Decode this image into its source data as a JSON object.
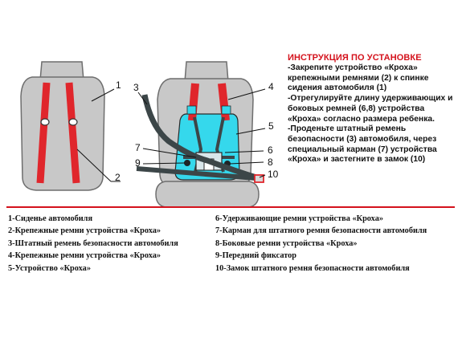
{
  "callouts": [
    "1",
    "2",
    "3",
    "4",
    "5",
    "6",
    "7",
    "8",
    "9",
    "10"
  ],
  "instructions": {
    "title": "ИНСТРУКЦИЯ ПО УСТАНОВКЕ",
    "steps": [
      "-Закрепите устройство «Кроха» крепежными ремнями (2) к спинке сидения автомобиля (1)",
      "-Отрегулируйте длину удерживающих и боковых ремней (6,8) устройства «Кроха» согласно размера ребенка.",
      "-Проденьте штатный ремень безопасности (3) автомобиля, через специальный карман (7) устройства «Кроха» и застегните в замок (10)"
    ]
  },
  "legend": {
    "left": [
      "1-Сиденье автомобиля",
      "2-Крепежные ремни устройства «Кроха»",
      "3-Штатный ремень безопасности автомобиля",
      "4-Крепежные ремни устройства «Кроха»",
      "5-Устройство «Кроха»"
    ],
    "right": [
      "6-Удерживающие ремни устройства «Кроха»",
      "7-Карман для штатного ремня безопасности автомобиля",
      "8-Боковые ремни устройства «Кроха»",
      "9-Передний фиксатор",
      "10-Замок штатного ремня безопасности автомобиля"
    ]
  },
  "colors": {
    "seat": "#c8c8c8",
    "seat_outline": "#6e6e6e",
    "strap": "#e0262c",
    "device": "#35d8ec",
    "belt": "#3c4648",
    "accent": "#d4121c"
  }
}
